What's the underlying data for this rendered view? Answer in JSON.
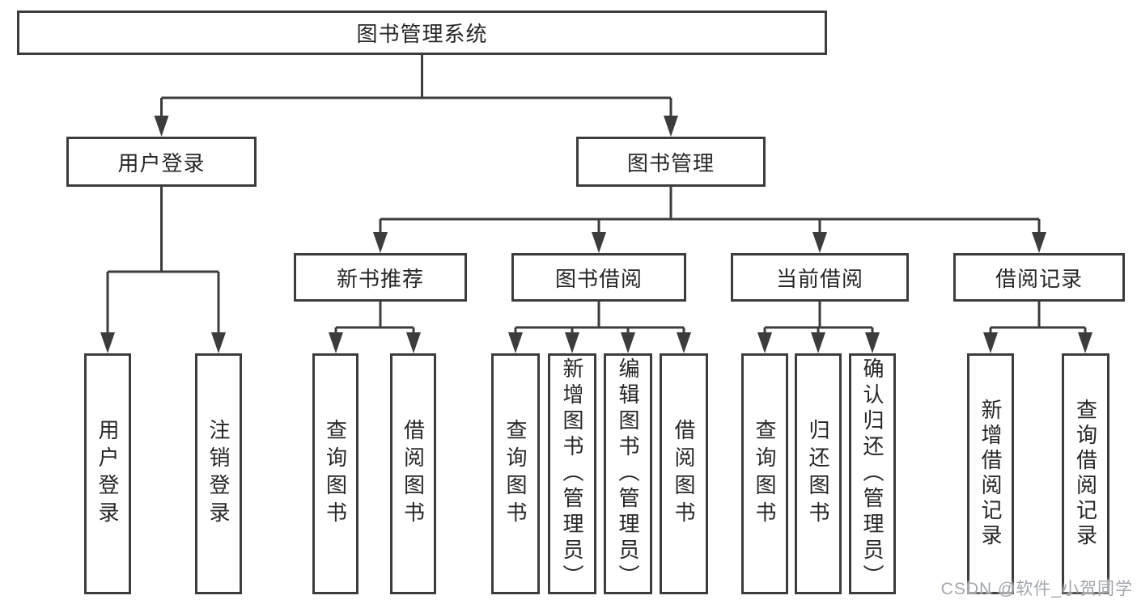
{
  "colors": {
    "background": "#ffffff",
    "line": "#3c3c3c",
    "box_border": "#3c3c3c",
    "box_fill": "#ffffff",
    "text": "#262626",
    "watermark": "#a3a7ac"
  },
  "diagram": {
    "root": {
      "label": "图书管理系统"
    },
    "branches": {
      "user_login": {
        "label": "用户登录",
        "children": {
          "login": {
            "label": "用户登录"
          },
          "logout": {
            "label": "注销登录"
          }
        }
      },
      "book_mgmt": {
        "label": "图书管理",
        "groups": {
          "new_book_rec": {
            "label": "新书推荐",
            "children": {
              "query": {
                "label": "查询图书"
              },
              "borrow": {
                "label": "借阅图书"
              }
            }
          },
          "book_borrow": {
            "label": "图书借阅",
            "children": {
              "query": {
                "label": "查询图书"
              },
              "add": {
                "label": "新增图书（管理员）"
              },
              "edit": {
                "label": "编辑图书（管理员）"
              },
              "borrow": {
                "label": "借阅图书"
              }
            }
          },
          "current_borrow": {
            "label": "当前借阅",
            "children": {
              "query": {
                "label": "查询图书"
              },
              "return": {
                "label": "归还图书"
              },
              "confirm": {
                "label": "确认归还（管理员）"
              }
            }
          },
          "borrow_records": {
            "label": "借阅记录",
            "children": {
              "add": {
                "label": "新增借阅记录"
              },
              "query": {
                "label": "查询借阅记录"
              }
            }
          }
        }
      }
    }
  },
  "watermark": {
    "text": "CSDN @软件_小贺同学"
  }
}
